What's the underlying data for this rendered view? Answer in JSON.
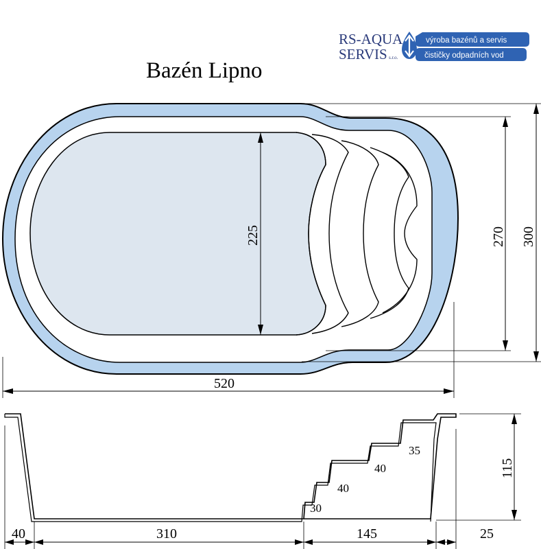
{
  "logo": {
    "line1": "RS-AQUA",
    "line2": "SERVIS",
    "suffix": "s.r.o.",
    "badge_line1": "výroba bazénů a servis",
    "badge_line2": "čističky odpadních vod",
    "brand_color": "#2a3a7a",
    "badge_color": "#2f63b3",
    "icon": "water-drop-icon"
  },
  "title": "Bazén Lipno",
  "colors": {
    "rim": "#b7d3ee",
    "water": "#dde6ef",
    "line": "#000000"
  },
  "plan_dims": {
    "length": "520",
    "width_outer": "300",
    "width_mid": "270",
    "width_inner": "225"
  },
  "section_dims": {
    "depth": "115",
    "bottom_left": "40",
    "bottom_length": "310",
    "stairs_length": "145",
    "right_end": "25",
    "step1": "30",
    "step2": "40",
    "step3": "40",
    "step4": "35"
  }
}
